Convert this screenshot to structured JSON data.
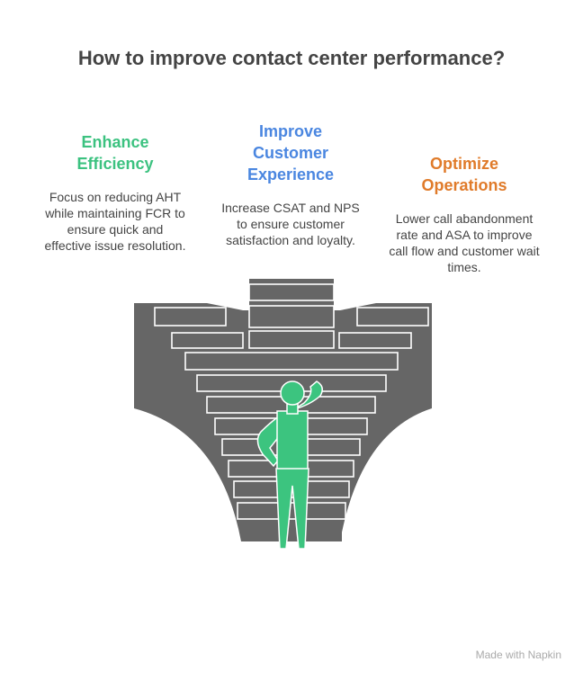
{
  "title": "How to improve contact center performance?",
  "columns": [
    {
      "heading": "Enhance Efficiency",
      "color": "#3cc280",
      "description": "Focus on reducing AHT while maintaining FCR to ensure quick and effective issue resolution."
    },
    {
      "heading": "Improve Customer Experience",
      "color": "#4a86e0",
      "description": "Increase CSAT and NPS to ensure customer satisfaction and loyalty."
    },
    {
      "heading": "Optimize Operations",
      "color": "#e07b2a",
      "description": "Lower call abandonment rate and ASA to improve call flow and customer wait times."
    }
  ],
  "colors": {
    "steps": "#666666",
    "figure": "#3cc47f"
  },
  "footer": "Made with Napkin"
}
